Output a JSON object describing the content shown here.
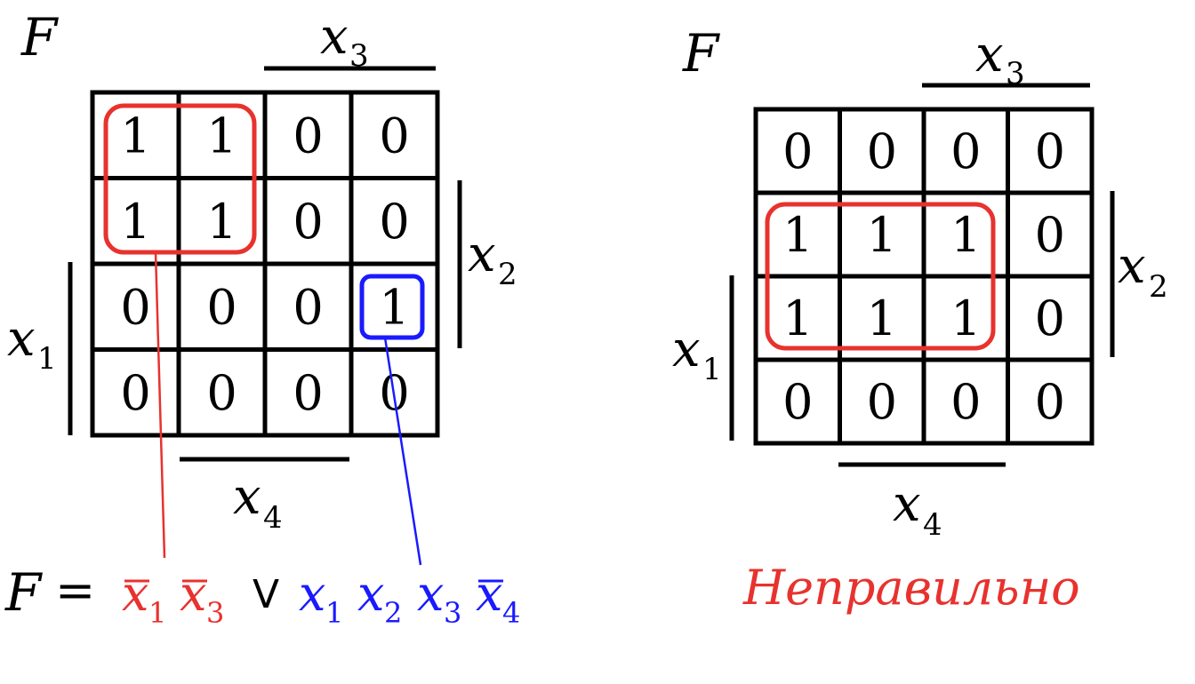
{
  "left_map": {
    "label": "F",
    "var_top": {
      "name": "x",
      "sub": "3"
    },
    "var_right": {
      "name": "x",
      "sub": "2"
    },
    "var_left": {
      "name": "x",
      "sub": "1"
    },
    "var_bottom": {
      "name": "x",
      "sub": "4"
    },
    "cells": [
      [
        "1",
        "1",
        "0",
        "0"
      ],
      [
        "1",
        "1",
        "0",
        "0"
      ],
      [
        "0",
        "0",
        "0",
        "1"
      ],
      [
        "0",
        "0",
        "0",
        "0"
      ]
    ]
  },
  "right_map": {
    "label": "F",
    "var_top": {
      "name": "x",
      "sub": "3"
    },
    "var_right": {
      "name": "x",
      "sub": "2"
    },
    "var_left": {
      "name": "x",
      "sub": "1"
    },
    "var_bottom": {
      "name": "x",
      "sub": "4"
    },
    "cells": [
      [
        "0",
        "0",
        "0",
        "0"
      ],
      [
        "1",
        "1",
        "1",
        "0"
      ],
      [
        "1",
        "1",
        "1",
        "0"
      ],
      [
        "0",
        "0",
        "0",
        "0"
      ]
    ]
  },
  "formula": {
    "lhs": "F",
    "eq": "=",
    "term1": [
      {
        "name": "x",
        "sub": "1",
        "bar": true
      },
      {
        "name": "x",
        "sub": "3",
        "bar": true
      }
    ],
    "or": "V",
    "term2": [
      {
        "name": "x",
        "sub": "1",
        "bar": false
      },
      {
        "name": "x",
        "sub": "2",
        "bar": false
      },
      {
        "name": "x",
        "sub": "3",
        "bar": false
      },
      {
        "name": "x",
        "sub": "4",
        "bar": true
      }
    ]
  },
  "verdict": "Неправильно",
  "colors": {
    "red": "#e8322e",
    "blue": "#1a1aff",
    "black": "#000000"
  }
}
